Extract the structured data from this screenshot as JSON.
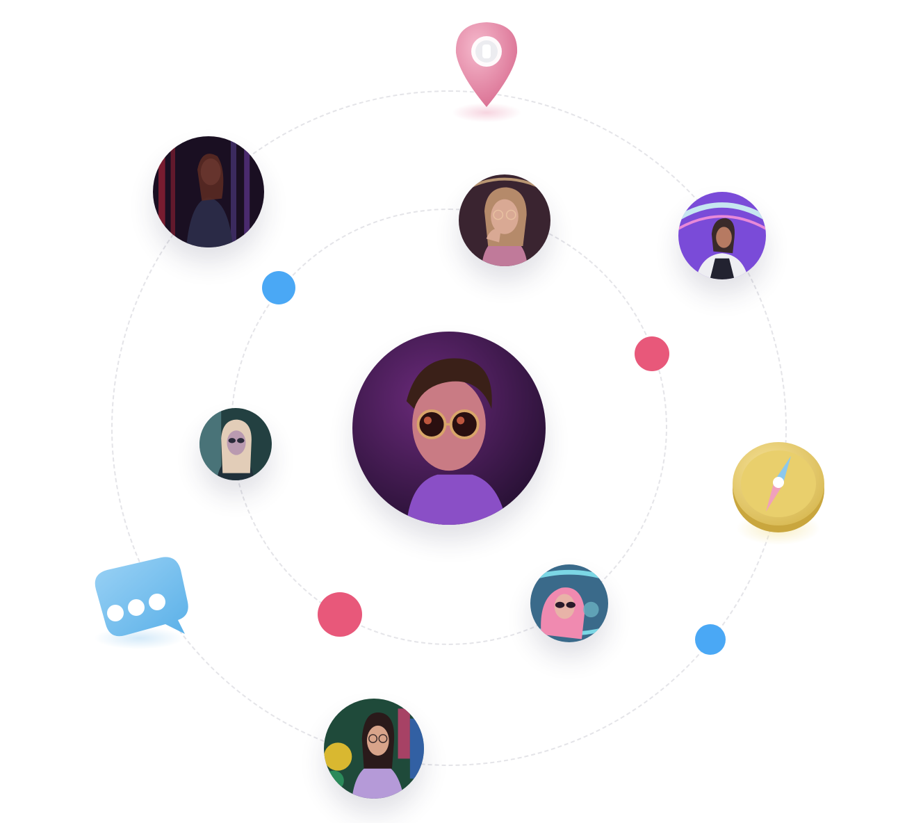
{
  "network": {
    "center": {
      "name": "center-user",
      "palette": [
        "#2c1435",
        "#6a2a7a",
        "#e79a8f"
      ]
    },
    "avatars": [
      {
        "name": "avatar-red-jacket",
        "palette": [
          "#1a0f22",
          "#b8253a",
          "#3b2a5e"
        ]
      },
      {
        "name": "avatar-glasses-blonde",
        "palette": [
          "#3a2430",
          "#c98f74",
          "#d9b9a8"
        ]
      },
      {
        "name": "avatar-neon-bg",
        "palette": [
          "#7a4bd8",
          "#c6e6f0",
          "#3a2a2a"
        ]
      },
      {
        "name": "avatar-blonde-sunglasses",
        "palette": [
          "#234041",
          "#6fa6b0",
          "#e2cdb8"
        ]
      },
      {
        "name": "avatar-pink-sunglasses",
        "palette": [
          "#3a6a8a",
          "#f08ab0",
          "#7cd7e5"
        ]
      },
      {
        "name": "avatar-neon-city",
        "palette": [
          "#1f4a3a",
          "#d9b830",
          "#c94070"
        ]
      }
    ],
    "dot_colors": {
      "blue": "#4aa8f5",
      "pink": "#e8587a"
    },
    "icons": [
      "location-pin-icon",
      "compass-icon",
      "chat-bubble-icon"
    ]
  }
}
